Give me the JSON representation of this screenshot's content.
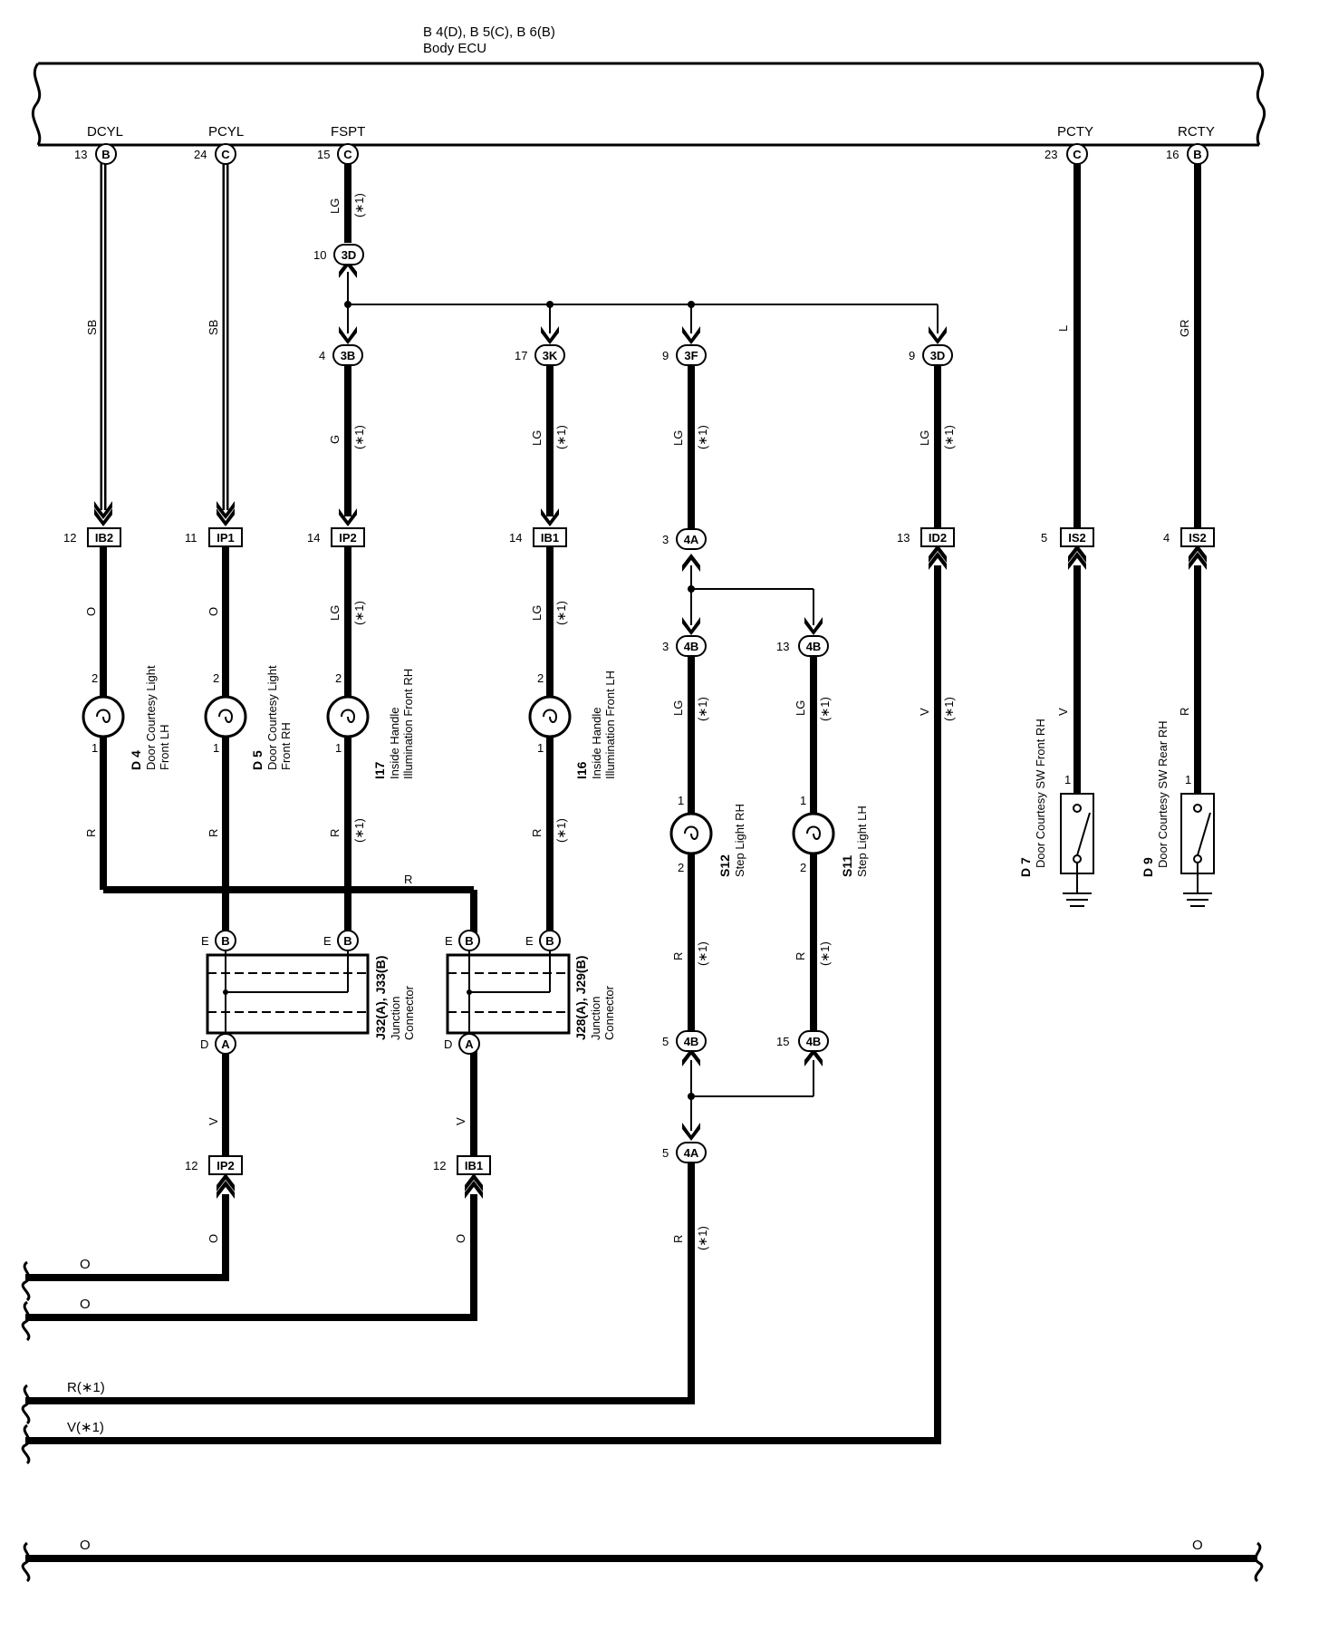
{
  "ecu": {
    "code": "B 4(D), B 5(C), B 6(B)",
    "name": "Body ECU",
    "terminals": [
      {
        "id": "dcyl",
        "name": "DCYL",
        "pin": "13",
        "conn": "B"
      },
      {
        "id": "pcyl",
        "name": "PCYL",
        "pin": "24",
        "conn": "C"
      },
      {
        "id": "fspt",
        "name": "FSPT",
        "pin": "15",
        "conn": "C"
      },
      {
        "id": "pcty",
        "name": "PCTY",
        "pin": "23",
        "conn": "C"
      },
      {
        "id": "rcty",
        "name": "RCTY",
        "pin": "16",
        "conn": "B"
      }
    ]
  },
  "note": "(∗1)",
  "wire_colors": {
    "sb": "SB",
    "lg": "LG",
    "g": "G",
    "o": "O",
    "r": "R",
    "v": "V",
    "l": "L",
    "gr": "GR"
  },
  "connectors": {
    "c3d_top": {
      "pin": "10",
      "label": "3D"
    },
    "c3b": {
      "pin": "4",
      "label": "3B"
    },
    "c3k": {
      "pin": "17",
      "label": "3K"
    },
    "c3f": {
      "pin": "9",
      "label": "3F"
    },
    "c3d": {
      "pin": "9",
      "label": "3D"
    },
    "ib2": {
      "pin": "12",
      "label": "IB2"
    },
    "ip1": {
      "pin": "11",
      "label": "IP1"
    },
    "ip2": {
      "pin": "14",
      "label": "IP2"
    },
    "ib1": {
      "pin": "14",
      "label": "IB1"
    },
    "c4a_top": {
      "pin": "3",
      "label": "4A"
    },
    "id2": {
      "pin": "13",
      "label": "ID2"
    },
    "is2_a": {
      "pin": "5",
      "label": "IS2"
    },
    "is2_b": {
      "pin": "4",
      "label": "IS2"
    },
    "c4b_1": {
      "pin": "3",
      "label": "4B"
    },
    "c4b_2": {
      "pin": "13",
      "label": "4B"
    },
    "c4b_3": {
      "pin": "5",
      "label": "4B"
    },
    "c4b_4": {
      "pin": "15",
      "label": "4B"
    },
    "c4a_bot": {
      "pin": "5",
      "label": "4A"
    },
    "ip2_bot": {
      "pin": "12",
      "label": "IP2"
    },
    "ib1_bot": {
      "pin": "12",
      "label": "IB1"
    }
  },
  "components": {
    "d4": {
      "code": "D 4",
      "line1": "Door Courtesy Light",
      "line2": "Front LH",
      "pin_top": "2",
      "pin_bot": "1"
    },
    "d5": {
      "code": "D 5",
      "line1": "Door Courtesy Light",
      "line2": "Front RH",
      "pin_top": "2",
      "pin_bot": "1"
    },
    "i17": {
      "code": "I17",
      "line1": "Inside Handle",
      "line2": "Illumination Front RH",
      "pin_top": "2",
      "pin_bot": "1"
    },
    "i16": {
      "code": "I16",
      "line1": "Inside Handle",
      "line2": "Illumination Front LH",
      "pin_top": "2",
      "pin_bot": "1"
    },
    "s12": {
      "code": "S12",
      "line1": "Step Light RH",
      "pin_top": "1",
      "pin_bot": "2"
    },
    "s11": {
      "code": "S11",
      "line1": "Step Light LH",
      "pin_top": "1",
      "pin_bot": "2"
    },
    "d7": {
      "code": "D 7",
      "line1": "Door Courtesy SW Front RH",
      "pin": "1"
    },
    "d9": {
      "code": "D 9",
      "line1": "Door Courtesy SW Rear RH",
      "pin": "1"
    }
  },
  "junctions": {
    "j32": {
      "code": "J32(A), J33(B)",
      "line1": "Junction",
      "line2": "Connector",
      "pin_e": "E",
      "conn_e": "B",
      "pin_d": "D",
      "conn_d": "A"
    },
    "j28": {
      "code": "J28(A), J29(B)",
      "line1": "Junction",
      "line2": "Connector",
      "pin_e": "E",
      "conn_e": "B",
      "pin_d": "D",
      "conn_d": "A"
    }
  },
  "bus_labels": {
    "o1": "O",
    "o2": "O",
    "r1": "R(∗1)",
    "v1": "V(∗1)",
    "o_left": "O",
    "o_right": "O"
  }
}
